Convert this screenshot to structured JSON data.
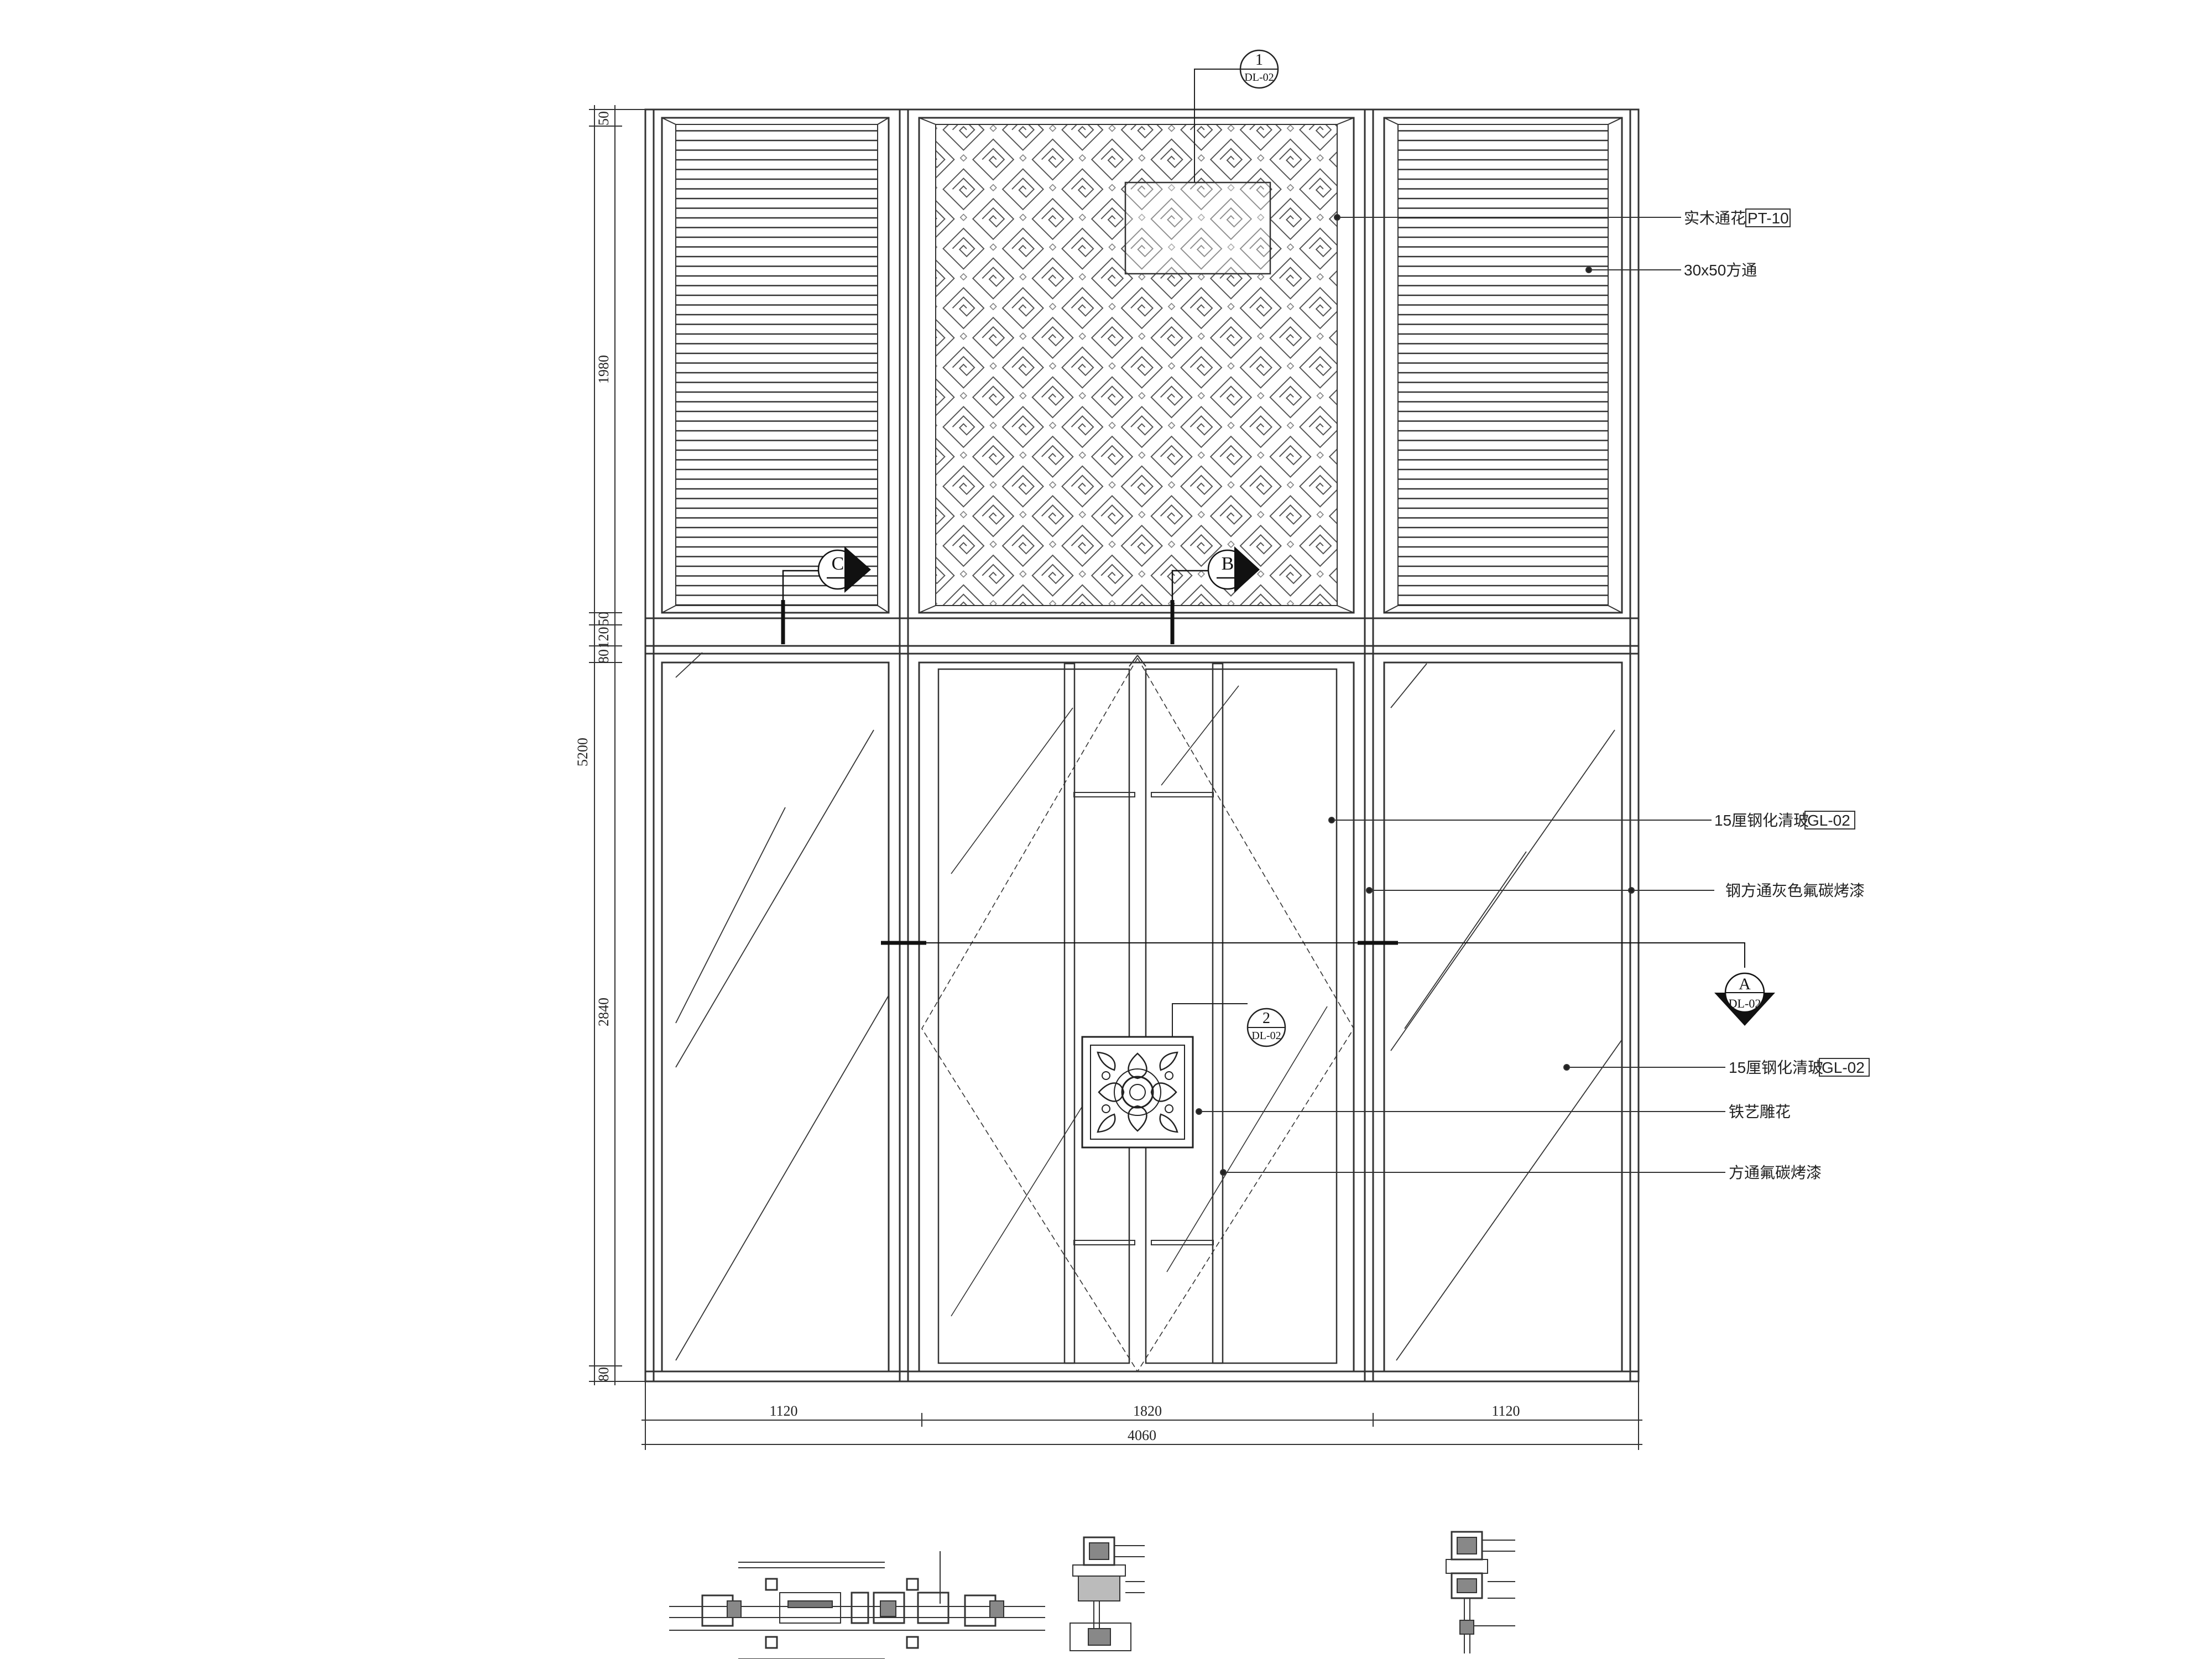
{
  "vertical_dimensions": {
    "top_50": "50",
    "h_1980": "1980",
    "mid_50": "50",
    "h_120": "120",
    "h_80_upper": "80",
    "total_5200": "5200",
    "h_2840": "2840",
    "bottom_80": "80"
  },
  "horizontal_dimensions": {
    "left_1120": "1120",
    "center_1820": "1820",
    "right_1120": "1120",
    "total_4060": "4060"
  },
  "annotations": [
    {
      "id": "wood-lattice",
      "text": "实木通花",
      "tag": "PT-10"
    },
    {
      "id": "square-tube",
      "text": "30x50方通"
    },
    {
      "id": "glass-upper",
      "text": "15厘钢化清玻",
      "tag": "GL-02"
    },
    {
      "id": "steel-tube",
      "text": "钢方通灰色氟碳烤漆"
    },
    {
      "id": "glass-lower",
      "text": "15厘钢化清玻",
      "tag": "GL-02"
    },
    {
      "id": "iron-carving",
      "text": "铁艺雕花"
    },
    {
      "id": "tube-paint",
      "text": "方通氟碳烤漆"
    }
  ],
  "detail_callouts": [
    {
      "id": "callout-1",
      "number": "1",
      "ref": "DL-02"
    },
    {
      "id": "callout-2",
      "number": "2",
      "ref": "DL-02"
    }
  ],
  "section_markers": [
    {
      "id": "section-A",
      "letter": "A",
      "ref": "DL-02"
    },
    {
      "id": "section-B",
      "letter": "B",
      "ref": ""
    },
    {
      "id": "section-C",
      "letter": "C",
      "ref": ""
    }
  ]
}
